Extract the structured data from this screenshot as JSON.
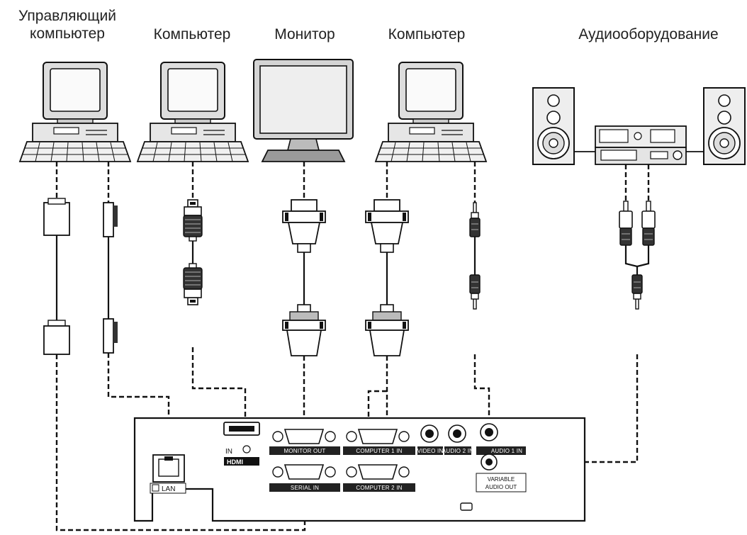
{
  "devices": {
    "control_pc_line1": "Управляющий",
    "control_pc_line2": "компьютер",
    "computer_a": "Компьютер",
    "monitor": "Монитор",
    "computer_b": "Компьютер",
    "audio": "Аудиооборудование"
  },
  "ports": {
    "monitor_out": "MONITOR OUT",
    "computer1_in": "COMPUTER 1 IN",
    "video_in": "VIDEO IN",
    "audio2_in": "AUDIO 2 IN",
    "audio1_in": "AUDIO 1 IN",
    "serial_in": "SERIAL IN",
    "computer2_in": "COMPUTER 2 IN",
    "variable_audio_out_line1": "VARIABLE",
    "variable_audio_out_line2": "AUDIO OUT",
    "lan": "LAN",
    "hdmi_in": "IN",
    "hdmi_logo": "HDMI"
  }
}
